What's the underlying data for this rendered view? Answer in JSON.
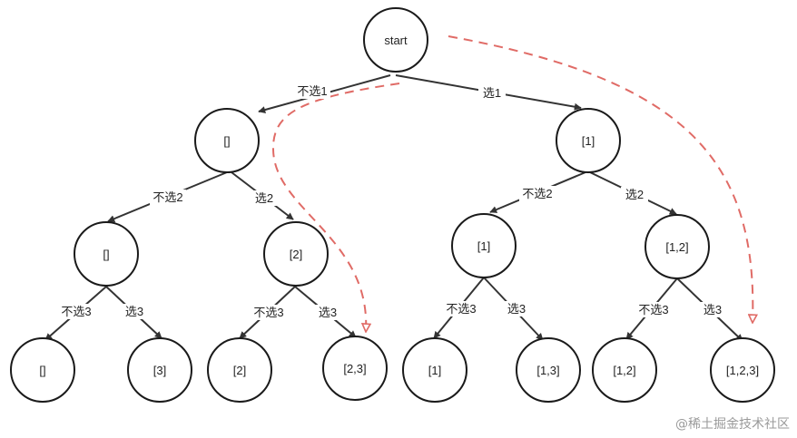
{
  "colors": {
    "dashed": "#e06b66",
    "edge": "#333333"
  },
  "nodes": {
    "root": "start",
    "l1_skip": "[]",
    "l1_pick": "[1]",
    "l2_a": "[]",
    "l2_b": "[2]",
    "l2_c": "[1]",
    "l2_d": "[1,2]",
    "l3_a": "[]",
    "l3_b": "[3]",
    "l3_c": "[2]",
    "l3_d": "[2,3]",
    "l3_e": "[1]",
    "l3_f": "[1,3]",
    "l3_g": "[1,2]",
    "l3_h": "[1,2,3]"
  },
  "edge_labels": {
    "root_skip": "不选1",
    "root_pick": "选1",
    "a_skip": "不选2",
    "a_pick": "选2",
    "b_skip": "不选2",
    "b_pick": "选2",
    "c_skip": "不选3",
    "c_pick": "选3",
    "d_skip": "不选3",
    "d_pick": "选3",
    "e_skip": "不选3",
    "e_pick": "选3",
    "f_skip": "不选3",
    "f_pick": "选3"
  },
  "watermark": "@稀土掘金技术社区"
}
